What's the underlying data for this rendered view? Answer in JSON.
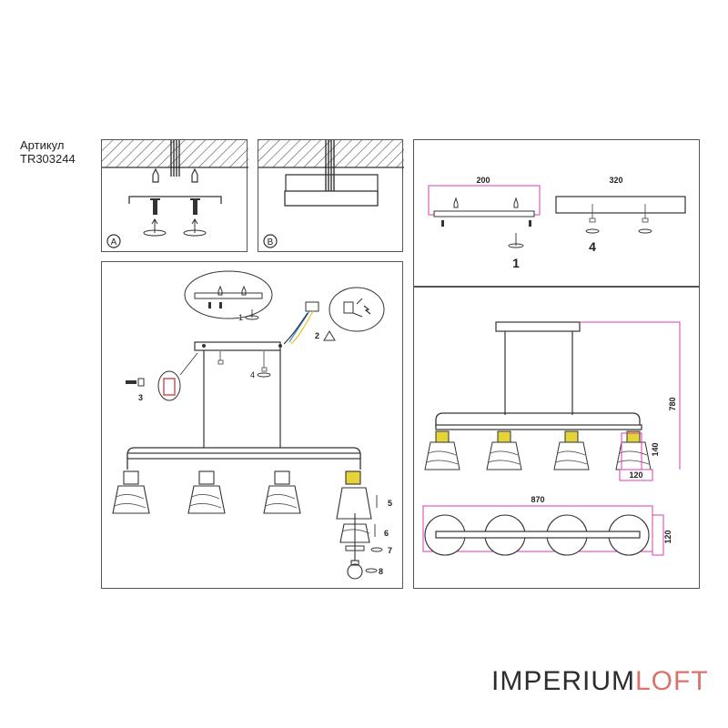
{
  "article": {
    "label": "Артикул",
    "code": "TR303244"
  },
  "panels": {
    "A": {
      "letter": "A"
    },
    "B": {
      "letter": "B"
    }
  },
  "step_labels": {
    "s1": "1",
    "s2": "2",
    "s3": "3",
    "s4": "4",
    "s5": "5",
    "s6": "6",
    "s7": "7",
    "s8": "8"
  },
  "canopy": {
    "view1": {
      "dimension": "200",
      "step": "1"
    },
    "view4": {
      "dimension": "320",
      "step": "4"
    }
  },
  "dimensions": {
    "height_total": "780",
    "shade_height": "140",
    "shade_width": "120",
    "length": "870",
    "top_width": "120"
  },
  "brand": {
    "part1": "IMPERIUM",
    "part2": "LOFT"
  },
  "colors": {
    "line": "#333333",
    "dimension": "#d63fb0",
    "brand_accent": "#d9736d",
    "socket": "#e6d33a",
    "hatch": "#555555"
  }
}
